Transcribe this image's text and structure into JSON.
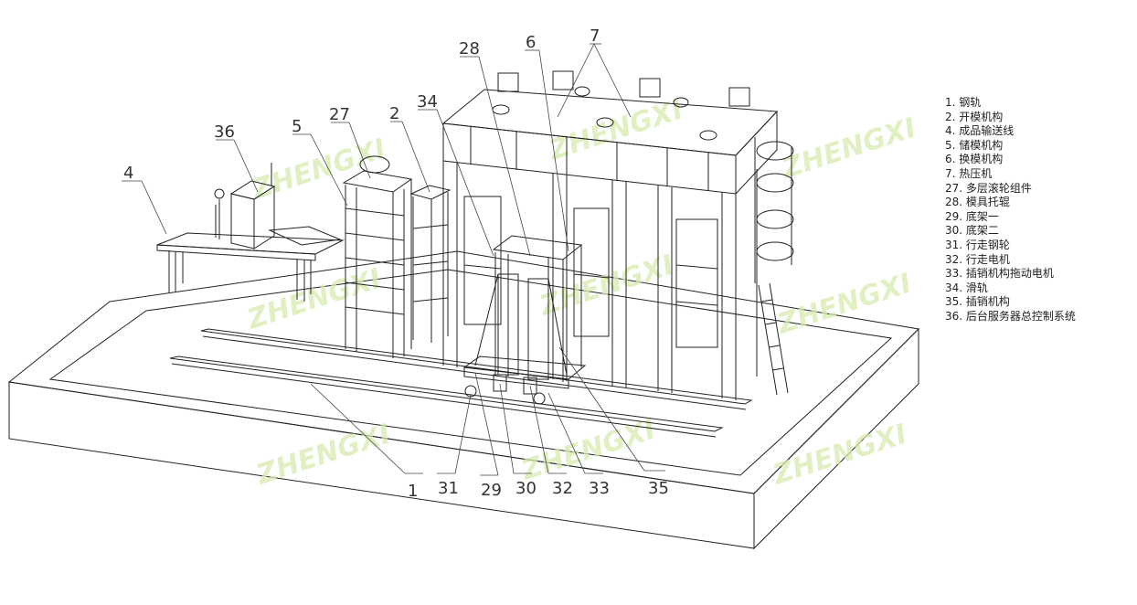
{
  "watermark": "ZHENGXI",
  "callouts": {
    "n1": "1",
    "n2": "2",
    "n4": "4",
    "n5": "5",
    "n6": "6",
    "n7": "7",
    "n27": "27",
    "n28": "28",
    "n29": "29",
    "n30": "30",
    "n31": "31",
    "n32": "32",
    "n33": "33",
    "n34": "34",
    "n35": "35",
    "n36": "36"
  },
  "legend": [
    "1. 钢轨",
    "2. 开模机构",
    "4. 成品输送线",
    "5. 储模机构",
    "6. 换模机构",
    "7. 热压机",
    "27. 多层滚轮组件",
    "28. 模具托辊",
    "29. 底架一",
    "30. 底架二",
    "31. 行走钢轮",
    "32. 行走电机",
    "33. 插销机构拖动电机",
    "34. 滑轨",
    " 35. 插销机构",
    "36. 后台服务器总控制系统"
  ],
  "colors": {
    "line": "#222222",
    "watermark": "#d8ecb0"
  }
}
